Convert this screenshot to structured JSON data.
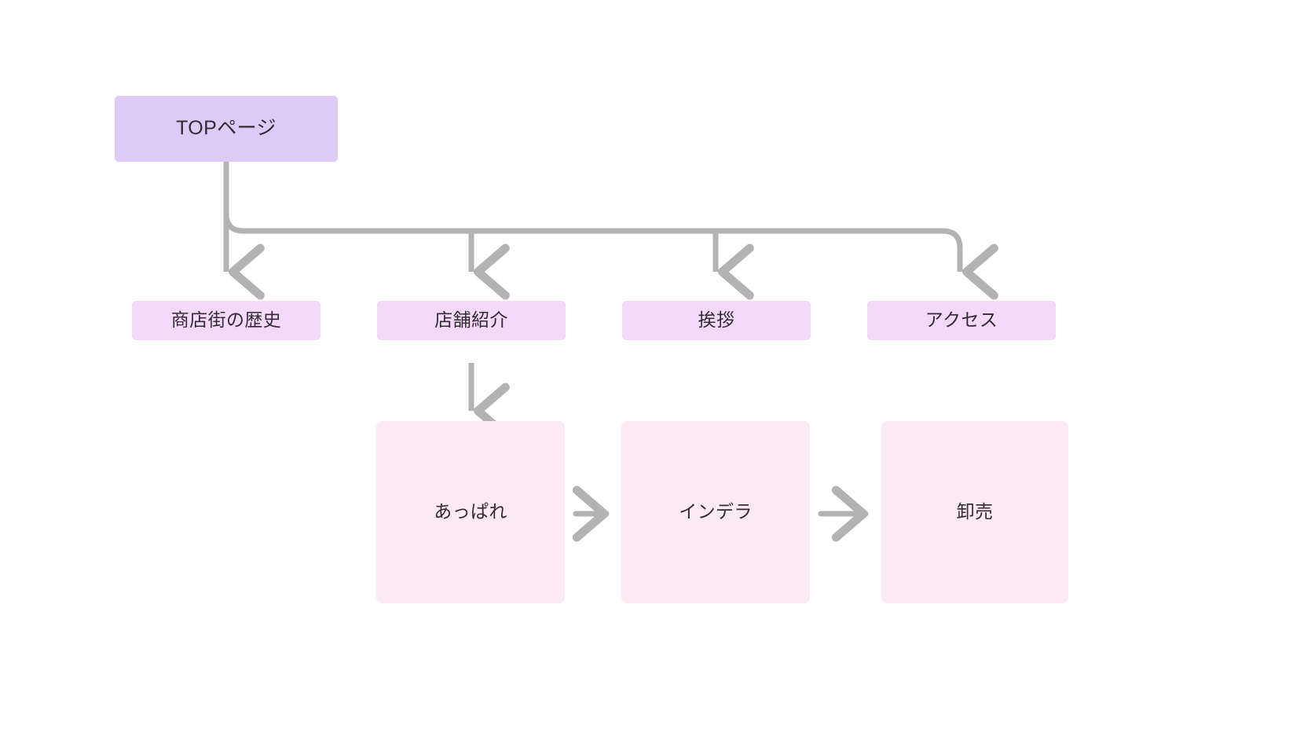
{
  "diagram": {
    "type": "site-map-flowchart",
    "background_color": "#ffffff",
    "connector_color": "#b3b3b3",
    "levels": [
      {
        "level": 1,
        "nodes": [
          {
            "id": "top",
            "label": "TOPページ",
            "color": "#ddcaf7"
          }
        ]
      },
      {
        "level": 2,
        "nodes": [
          {
            "id": "history",
            "label": "商店街の歴史",
            "color": "#f5d9fa"
          },
          {
            "id": "shops",
            "label": "店舗紹介",
            "color": "#f5d9fa"
          },
          {
            "id": "greeting",
            "label": "挨拶",
            "color": "#f5d9fa"
          },
          {
            "id": "access",
            "label": "アクセス",
            "color": "#f5d9fa"
          }
        ]
      },
      {
        "level": 3,
        "nodes": [
          {
            "id": "appare",
            "label": "あっぱれ",
            "color": "#fbe9f3"
          },
          {
            "id": "indera",
            "label": "インデラ",
            "color": "#fbe9f3"
          },
          {
            "id": "oroshi",
            "label": "卸売",
            "color": "#fbe9f3"
          }
        ]
      }
    ],
    "edges": [
      {
        "from": "top",
        "to": "history",
        "style": "elbow-arrow-down"
      },
      {
        "from": "top",
        "to": "shops",
        "style": "elbow-arrow-down"
      },
      {
        "from": "top",
        "to": "greeting",
        "style": "elbow-arrow-down"
      },
      {
        "from": "top",
        "to": "access",
        "style": "elbow-arrow-down"
      },
      {
        "from": "shops",
        "to": "appare",
        "style": "arrow-down"
      },
      {
        "from": "appare",
        "to": "indera",
        "style": "arrow-right"
      },
      {
        "from": "indera",
        "to": "oroshi",
        "style": "arrow-right"
      }
    ]
  }
}
